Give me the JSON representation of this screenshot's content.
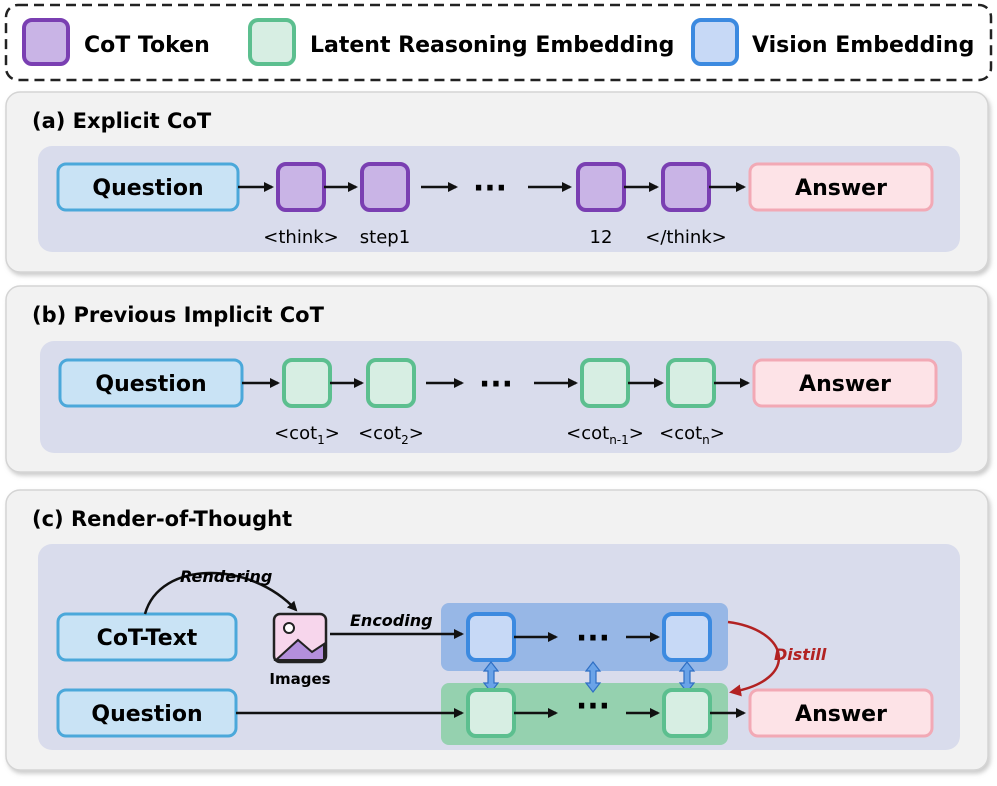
{
  "legend": {
    "items": [
      {
        "label": "CoT Token",
        "icon": "purple-square-icon",
        "color": "#8a4fc1",
        "fill": "#c9b4e6"
      },
      {
        "label": "Latent Reasoning Embedding",
        "icon": "green-square-icon",
        "color": "#5cbf8f",
        "fill": "#d7eee3"
      },
      {
        "label": "Vision Embedding",
        "icon": "blue-square-icon",
        "color": "#3c8ae0",
        "fill": "#c7d9f6"
      }
    ]
  },
  "sections": {
    "a": {
      "title": "(a) Explicit CoT",
      "question": "Question",
      "answer": "Answer",
      "ellipsis": "···",
      "tokens": [
        "<think>",
        "step1",
        "12",
        "</think>"
      ]
    },
    "b": {
      "title": "(b) Previous Implicit CoT",
      "question": "Question",
      "answer": "Answer",
      "ellipsis": "···",
      "tokens": [
        {
          "base": "<cot",
          "sub": "1",
          "end": ">"
        },
        {
          "base": "<cot",
          "sub": "2",
          "end": ">"
        },
        {
          "base": "<cot",
          "sub": "n-1",
          "end": ">"
        },
        {
          "base": "<cot",
          "sub": "n",
          "end": ">"
        }
      ]
    },
    "c": {
      "title": "(c) Render-of-Thought",
      "cot_text": "CoT-Text",
      "question": "Question",
      "answer": "Answer",
      "rendering": "Rendering",
      "encoding": "Encoding",
      "images": "Images",
      "distill": "Distill",
      "ellipsis": "···"
    }
  },
  "colors": {
    "question_fill": "#c9e3f5",
    "question_stroke": "#4ba8da",
    "answer_fill": "#fde3e7",
    "answer_stroke": "#f2a9b5",
    "panel_fill": "#f1f1f1",
    "inner_fill": "#d9dcec",
    "distill": "#b22222"
  }
}
